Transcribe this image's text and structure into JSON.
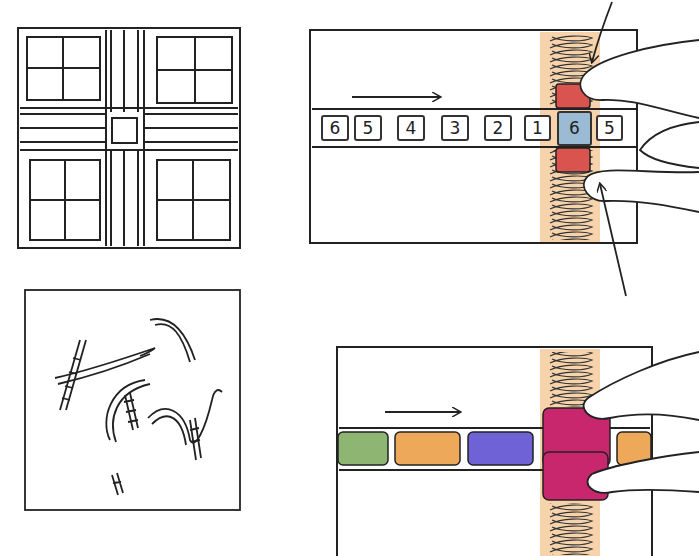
{
  "diagram": {
    "nodes": [
      {
        "text": [
          "6"
        ]
      },
      {
        "text": [
          "5"
        ]
      },
      {
        "text": [
          "4"
        ]
      },
      {
        "text": [
          "3"
        ]
      },
      {
        "text": [
          "2"
        ]
      },
      {
        "text": [
          "1"
        ]
      },
      {
        "text": [
          "6"
        ]
      },
      {
        "text": [
          "5"
        ]
      }
    ]
  }
}
